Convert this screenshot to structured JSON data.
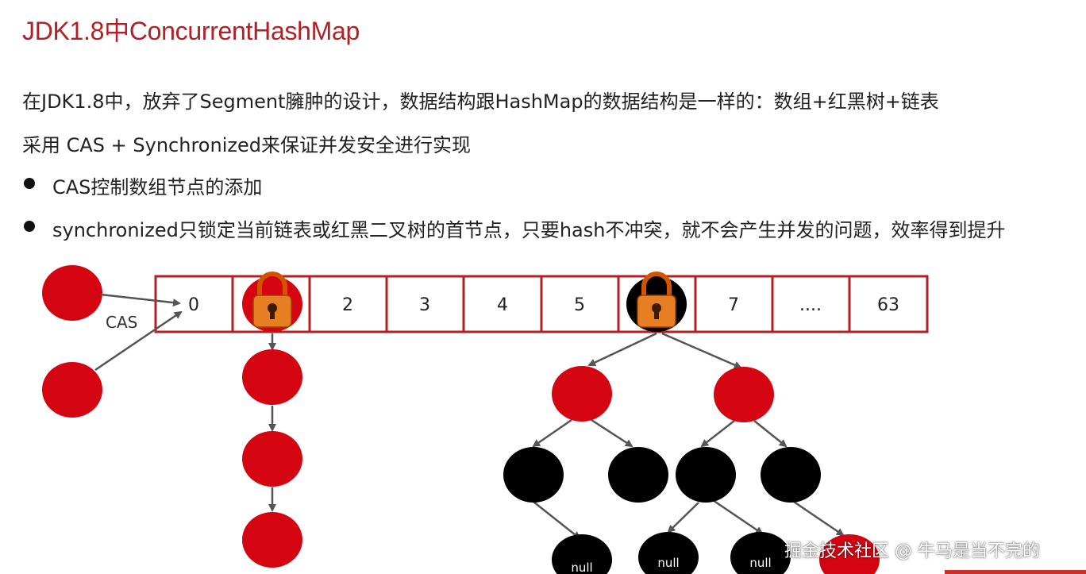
{
  "title": "JDK1.8中ConcurrentHashMap",
  "description": {
    "line1": "在JDK1.8中，放弃了Segment臃肿的设计，数据结构跟HashMap的数据结构是一样的：数组+红黑树+链表",
    "line2": "采用 CAS + Synchronized来保证并发安全进行实现",
    "bullets": [
      "CAS控制数组节点的添加",
      "synchronized只锁定当前链表或红黑二叉树的首节点，只要hash不冲突，就不会产生并发的问题，效率得到提升"
    ]
  },
  "diagram": {
    "array_cells": [
      "0",
      "",
      "2",
      "3",
      "4",
      "5",
      "",
      "7",
      "....",
      "63"
    ],
    "cas_label": "CAS",
    "null_label": "null",
    "colors": {
      "red_node": "#d40511",
      "black_node": "#000000",
      "border": "#b21f24",
      "arrow": "#555555",
      "lock_body": "#e67e22",
      "lock_shackle": "#d35400"
    }
  },
  "watermark": "掘金技术社区 @ 牛马是当不完的"
}
